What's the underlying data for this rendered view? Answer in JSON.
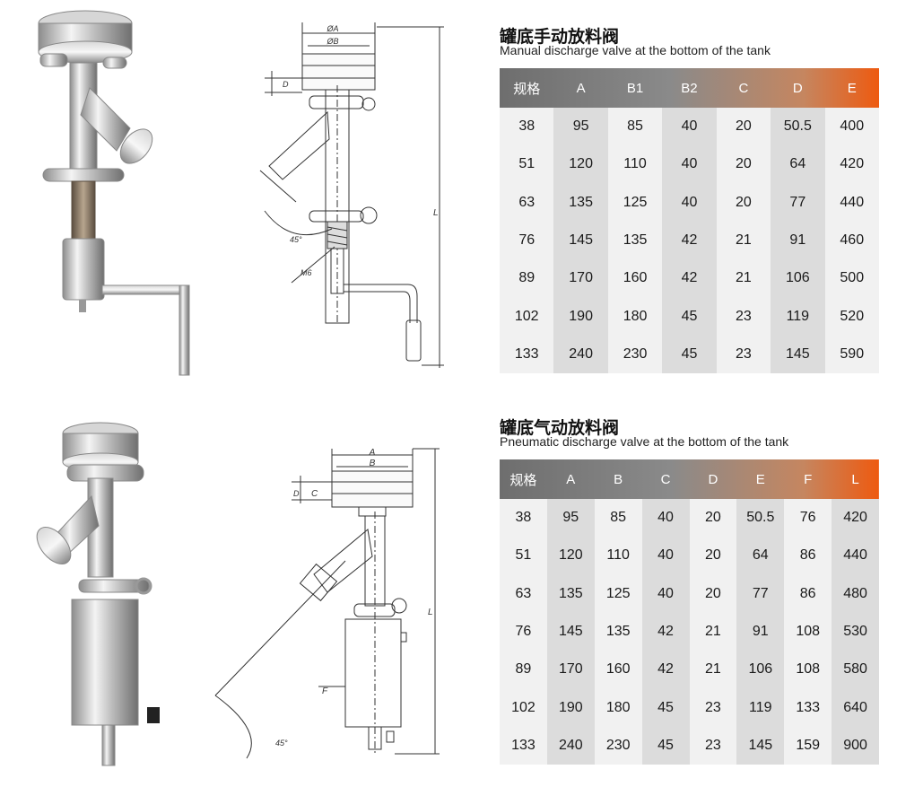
{
  "manual": {
    "title_cn": "罐底手动放料阀",
    "title_en": "Manual discharge valve at the bottom of the tank",
    "headers": [
      "规格",
      "A",
      "B1",
      "B2",
      "C",
      "D",
      "E"
    ],
    "rows": [
      [
        "38",
        "95",
        "85",
        "40",
        "20",
        "50.5",
        "400"
      ],
      [
        "51",
        "120",
        "110",
        "40",
        "20",
        "64",
        "420"
      ],
      [
        "63",
        "135",
        "125",
        "40",
        "20",
        "77",
        "440"
      ],
      [
        "76",
        "145",
        "135",
        "42",
        "21",
        "91",
        "460"
      ],
      [
        "89",
        "170",
        "160",
        "42",
        "21",
        "106",
        "500"
      ],
      [
        "102",
        "190",
        "180",
        "45",
        "23",
        "119",
        "520"
      ],
      [
        "133",
        "240",
        "230",
        "45",
        "23",
        "145",
        "590"
      ]
    ],
    "drawing_labels": {
      "a": "ØA",
      "b": "ØB",
      "d": "D",
      "l": "L",
      "angle": "45°",
      "m": "M6"
    }
  },
  "pneumatic": {
    "title_cn": "罐底气动放料阀",
    "title_en": "Pneumatic discharge valve at the bottom of the tank",
    "headers": [
      "规格",
      "A",
      "B",
      "C",
      "D",
      "E",
      "F",
      "L"
    ],
    "rows": [
      [
        "38",
        "95",
        "85",
        "40",
        "20",
        "50.5",
        "76",
        "420"
      ],
      [
        "51",
        "120",
        "110",
        "40",
        "20",
        "64",
        "86",
        "440"
      ],
      [
        "63",
        "135",
        "125",
        "40",
        "20",
        "77",
        "86",
        "480"
      ],
      [
        "76",
        "145",
        "135",
        "42",
        "21",
        "91",
        "108",
        "530"
      ],
      [
        "89",
        "170",
        "160",
        "42",
        "21",
        "106",
        "108",
        "580"
      ],
      [
        "102",
        "190",
        "180",
        "45",
        "23",
        "119",
        "133",
        "640"
      ],
      [
        "133",
        "240",
        "230",
        "45",
        "23",
        "145",
        "159",
        "900"
      ]
    ],
    "drawing_labels": {
      "a": "A",
      "b": "B",
      "d": "D",
      "c": "C",
      "l": "L",
      "f": "F",
      "angle": "45°"
    }
  },
  "colors": {
    "header_start": "#6e6e6e",
    "header_end": "#ee5a10",
    "cell_light": "#f1f1f1",
    "cell_dark": "#dcdcdc"
  }
}
